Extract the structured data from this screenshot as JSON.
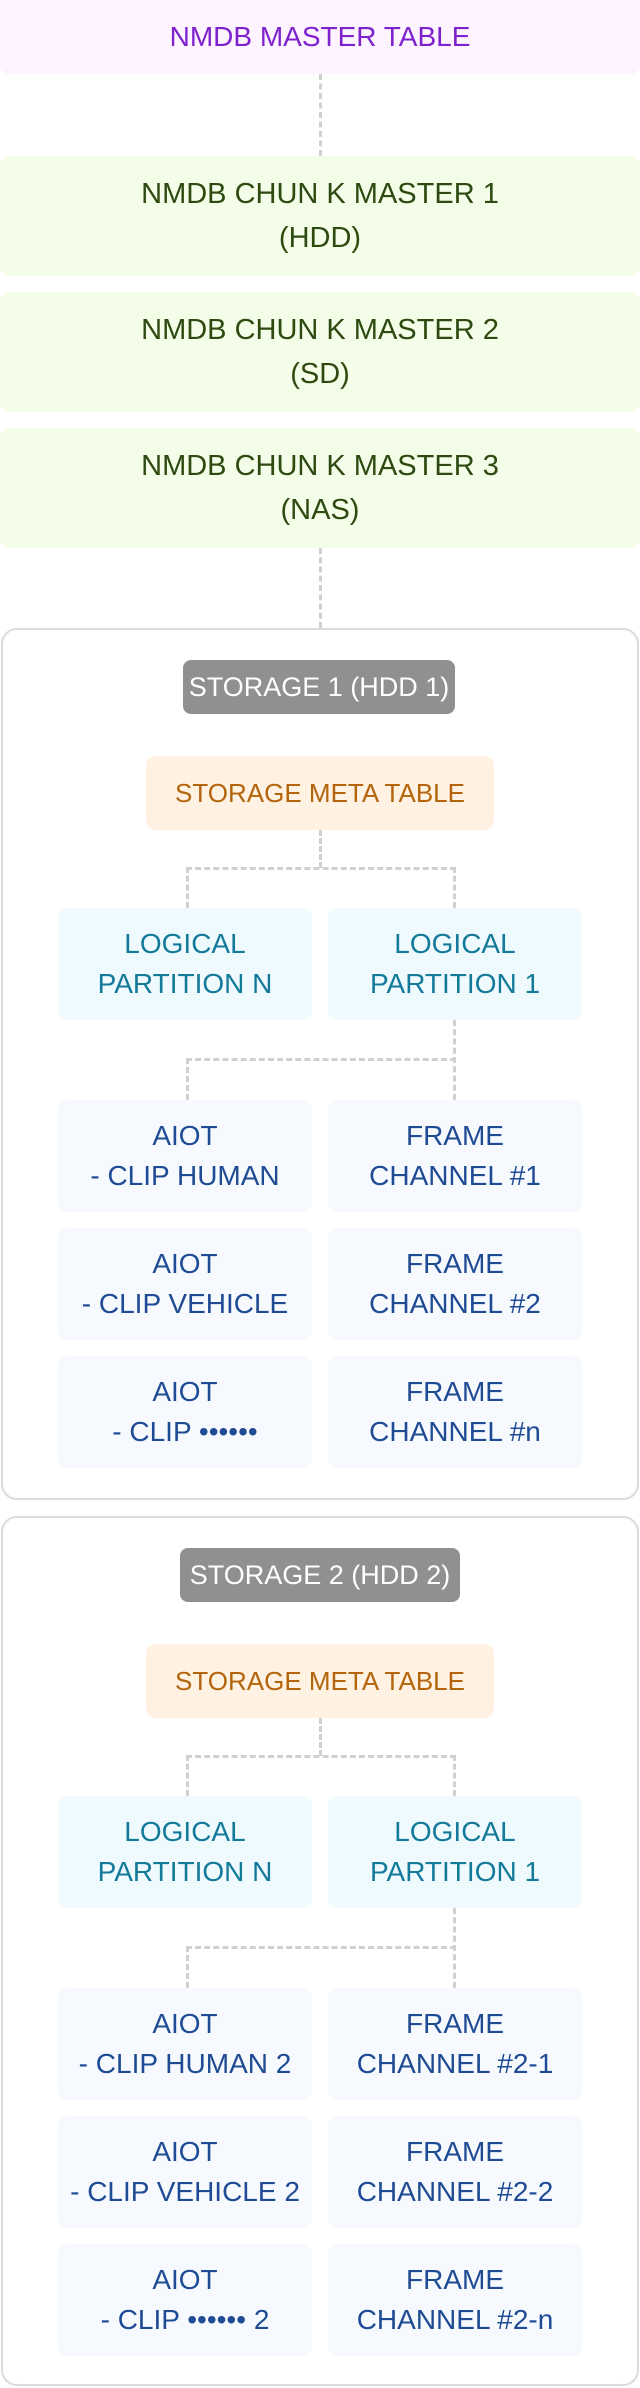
{
  "master_table": {
    "label": "NMDB MASTER TABLE"
  },
  "chunk_masters": [
    {
      "label": "NMDB CHUN K MASTER 1\n(HDD)"
    },
    {
      "label": "NMDB CHUN K MASTER 2\n(SD)"
    },
    {
      "label": "NMDB CHUN K MASTER 3\n(NAS)"
    }
  ],
  "storages": [
    {
      "label": "STORAGE 1 (HDD 1)",
      "meta_table": "STORAGE META TABLE",
      "partitions": [
        "LOGICAL\nPARTITION N",
        "LOGICAL\nPARTITION 1"
      ],
      "aiot_clips": [
        "AIOT\n- CLIP HUMAN",
        "AIOT\n- CLIP VEHICLE",
        "AIOT\n- CLIP ••••••"
      ],
      "frame_channels": [
        "FRAME\nCHANNEL #1",
        "FRAME\nCHANNEL #2",
        "FRAME\nCHANNEL #n"
      ]
    },
    {
      "label": "STORAGE 2 (HDD 2)",
      "meta_table": "STORAGE META TABLE",
      "partitions": [
        "LOGICAL\nPARTITION N",
        "LOGICAL\nPARTITION 1"
      ],
      "aiot_clips": [
        "AIOT\n- CLIP HUMAN 2",
        "AIOT\n- CLIP VEHICLE 2",
        "AIOT\n- CLIP •••••• 2"
      ],
      "frame_channels": [
        "FRAME\nCHANNEL #2-1",
        "FRAME\nCHANNEL #2-2",
        "FRAME\nCHANNEL #2-n"
      ]
    }
  ]
}
